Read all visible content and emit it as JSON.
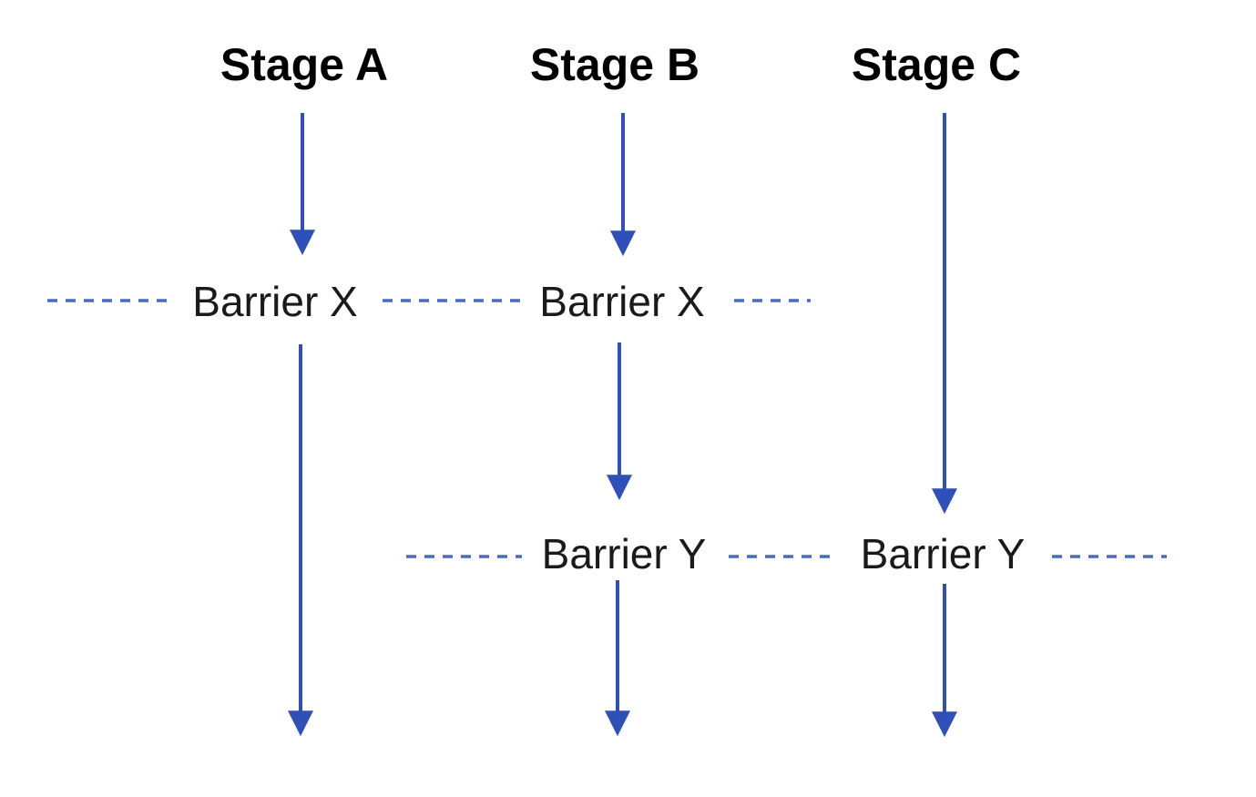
{
  "stages": [
    {
      "label": "Stage A"
    },
    {
      "label": "Stage B"
    },
    {
      "label": "Stage C"
    }
  ],
  "barriers": [
    {
      "label": "Barrier X"
    },
    {
      "label": "Barrier X"
    },
    {
      "label": "Barrier Y"
    },
    {
      "label": "Barrier Y"
    }
  ],
  "colors": {
    "arrow_blue": "#2e50b8",
    "dash_blue": "#4a69c6",
    "stage_text": "#000000",
    "barrier_text": "#1a1a1a",
    "background": "#ffffff"
  }
}
